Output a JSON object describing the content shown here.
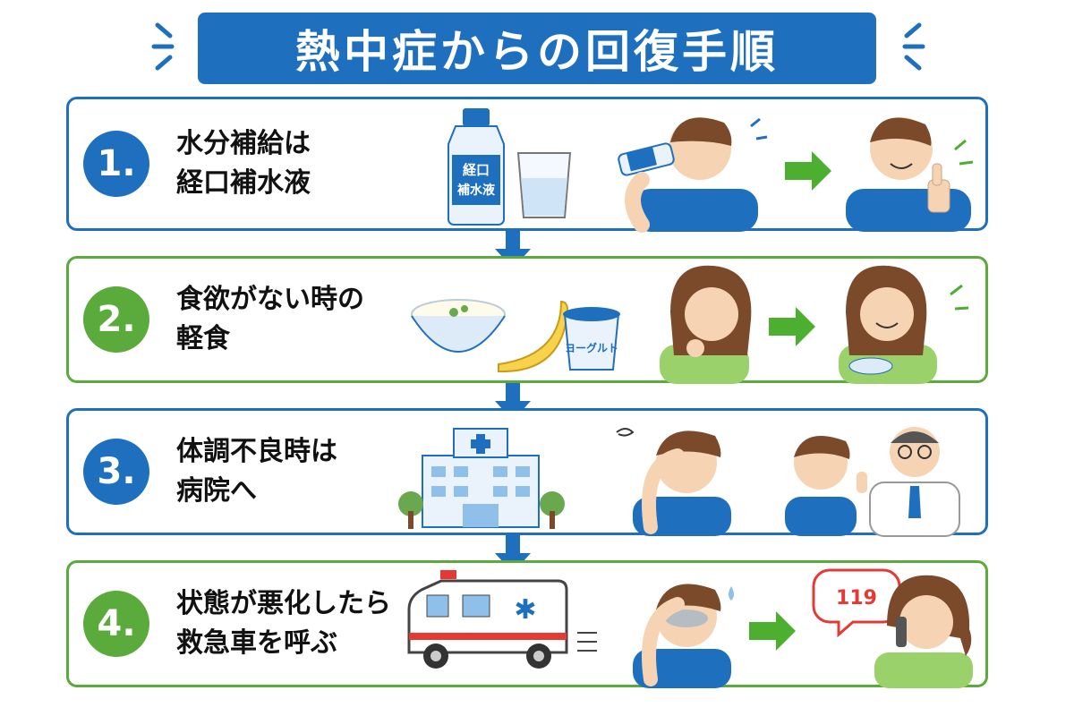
{
  "title": "熱中症からの回復手順",
  "steps": [
    {
      "number": "1.",
      "lines": [
        "水分補給は",
        "経口補水液"
      ],
      "bottle_label_1": "経口",
      "bottle_label_2": "補水液",
      "color": "#1f6fbf"
    },
    {
      "number": "2.",
      "lines": [
        "食欲がない時の",
        "軽食"
      ],
      "cup_label": "ヨーグルト",
      "color": "#5aaa3c"
    },
    {
      "number": "3.",
      "lines": [
        "体調不良時は",
        "病院へ"
      ],
      "color": "#1f6fbf"
    },
    {
      "number": "4.",
      "lines": [
        "状態が悪化したら",
        "救急車を呼ぶ"
      ],
      "phone_bubble": "119",
      "color": "#5aaa3c"
    }
  ],
  "colors": {
    "blue": "#1f6fbf",
    "green": "#5aaa3c",
    "arrow_green": "#4caf2f",
    "skin": "#f6d3b3",
    "hair": "#7a4a2b"
  },
  "icons": [
    "water-bottle-icon",
    "glass-icon",
    "person-drinking-icon",
    "thumbs-up-icon",
    "rice-porridge-icon",
    "banana-icon",
    "yogurt-icon",
    "hospital-icon",
    "doctor-icon",
    "ambulance-icon",
    "phone-icon"
  ]
}
